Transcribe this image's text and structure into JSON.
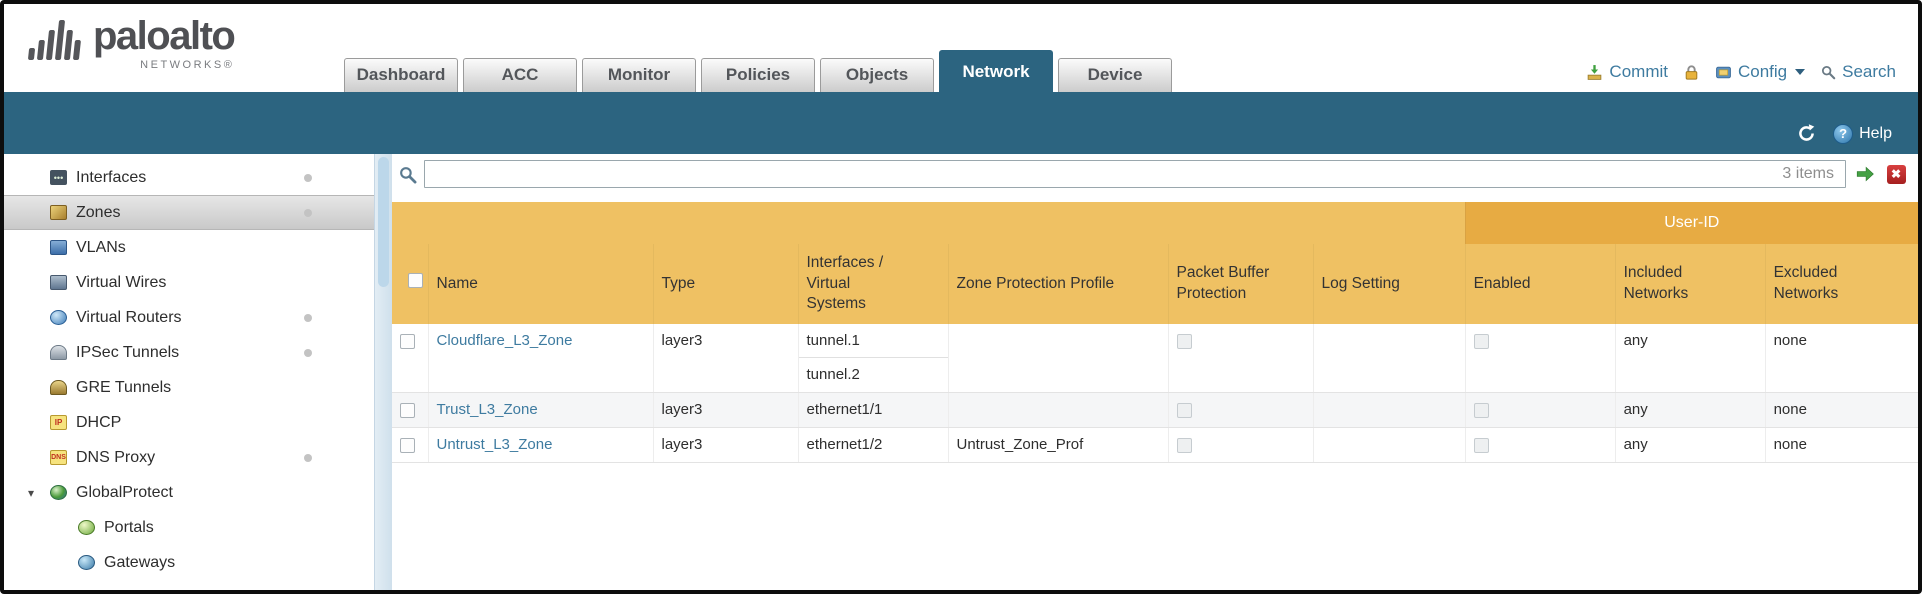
{
  "brand": {
    "name": "paloalto",
    "subtitle": "NETWORKS®"
  },
  "tabs": [
    {
      "label": "Dashboard",
      "active": false
    },
    {
      "label": "ACC",
      "active": false
    },
    {
      "label": "Monitor",
      "active": false
    },
    {
      "label": "Policies",
      "active": false
    },
    {
      "label": "Objects",
      "active": false
    },
    {
      "label": "Network",
      "active": true
    },
    {
      "label": "Device",
      "active": false
    }
  ],
  "header_actions": {
    "commit": "Commit",
    "config": "Config",
    "search": "Search"
  },
  "toolbar": {
    "help": "Help"
  },
  "sidebar": {
    "items": [
      {
        "label": "Interfaces",
        "icon": "interfaces-icon",
        "dot": true
      },
      {
        "label": "Zones",
        "icon": "zones-icon",
        "dot": true,
        "selected": true
      },
      {
        "label": "VLANs",
        "icon": "vlans-icon"
      },
      {
        "label": "Virtual Wires",
        "icon": "virtual-wires-icon"
      },
      {
        "label": "Virtual Routers",
        "icon": "virtual-routers-icon",
        "dot": true
      },
      {
        "label": "IPSec Tunnels",
        "icon": "ipsec-tunnels-icon",
        "dot": true
      },
      {
        "label": "GRE Tunnels",
        "icon": "gre-tunnels-icon"
      },
      {
        "label": "DHCP",
        "icon": "dhcp-icon"
      },
      {
        "label": "DNS Proxy",
        "icon": "dns-proxy-icon",
        "dot": true
      },
      {
        "label": "GlobalProtect",
        "icon": "globalprotect-icon",
        "expandable": true,
        "expanded": true
      },
      {
        "label": "Portals",
        "icon": "portals-icon",
        "indent": 1
      },
      {
        "label": "Gateways",
        "icon": "gateways-icon",
        "indent": 1
      }
    ]
  },
  "filter": {
    "value": "",
    "count": "3 items"
  },
  "table": {
    "group_header": {
      "user_id": "User-ID"
    },
    "columns": [
      "Name",
      "Type",
      "Interfaces / Virtual Systems",
      "Zone Protection Profile",
      "Packet Buffer Protection",
      "Log Setting",
      "Enabled",
      "Included Networks",
      "Excluded Networks"
    ],
    "rows": [
      {
        "name": "Cloudflare_L3_Zone",
        "type": "layer3",
        "interfaces": [
          "tunnel.1",
          "tunnel.2"
        ],
        "zone_protection_profile": "",
        "packet_buffer_protection": false,
        "log_setting": "",
        "user_id_enabled": false,
        "included_networks": "any",
        "excluded_networks": "none"
      },
      {
        "name": "Trust_L3_Zone",
        "type": "layer3",
        "interfaces": [
          "ethernet1/1"
        ],
        "zone_protection_profile": "",
        "packet_buffer_protection": false,
        "log_setting": "",
        "user_id_enabled": false,
        "included_networks": "any",
        "excluded_networks": "none"
      },
      {
        "name": "Untrust_L3_Zone",
        "type": "layer3",
        "interfaces": [
          "ethernet1/2"
        ],
        "zone_protection_profile": "Untrust_Zone_Prof",
        "packet_buffer_protection": false,
        "log_setting": "",
        "user_id_enabled": false,
        "included_networks": "any",
        "excluded_networks": "none"
      }
    ]
  }
}
